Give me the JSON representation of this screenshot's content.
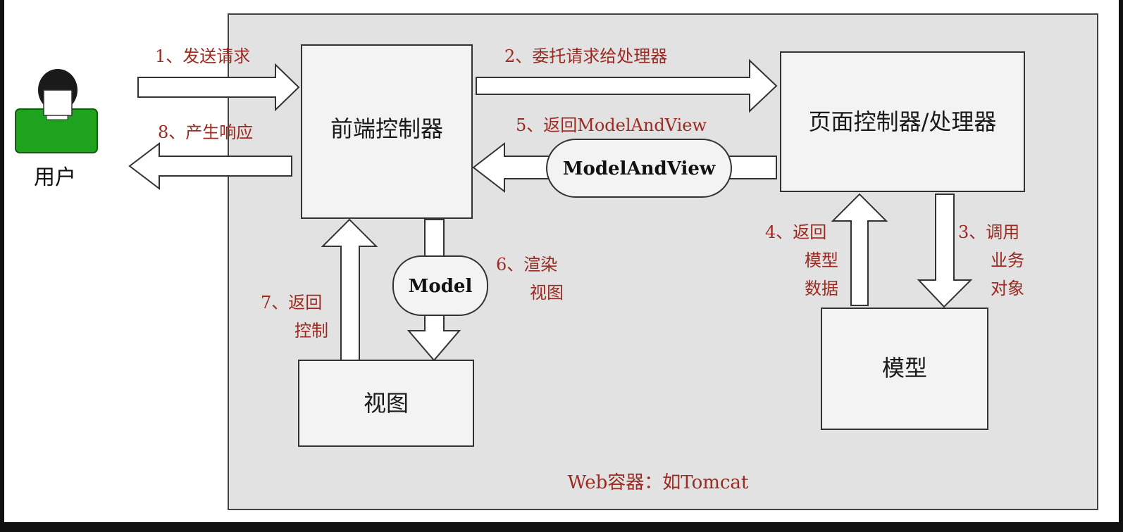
{
  "diagram": {
    "user_label": "用户",
    "front_controller": "前端控制器",
    "page_controller": "页面控制器/处理器",
    "view_box": "视图",
    "model_box": "模型",
    "pill_model_and_view": "ModelAndView",
    "pill_model": "Model",
    "steps": {
      "s1": "1、发送请求",
      "s2": "2、委托请求给处理器",
      "s3_line1": "3、调用",
      "s3_line2": "业务",
      "s3_line3": "对象",
      "s4_line1": "4、返回",
      "s4_line2": "模型",
      "s4_line3": "数据",
      "s5": "5、返回ModelAndView",
      "s6_line1": "6、渲染",
      "s6_line2": "视图",
      "s7_line1": "7、返回",
      "s7_line2": "控制",
      "s8": "8、产生响应"
    },
    "container_caption": "Web容器：如Tomcat",
    "colors": {
      "container_bg": "#e2e2e2",
      "step_text": "#9b2b22",
      "user_icon": "#1fa31f"
    }
  }
}
